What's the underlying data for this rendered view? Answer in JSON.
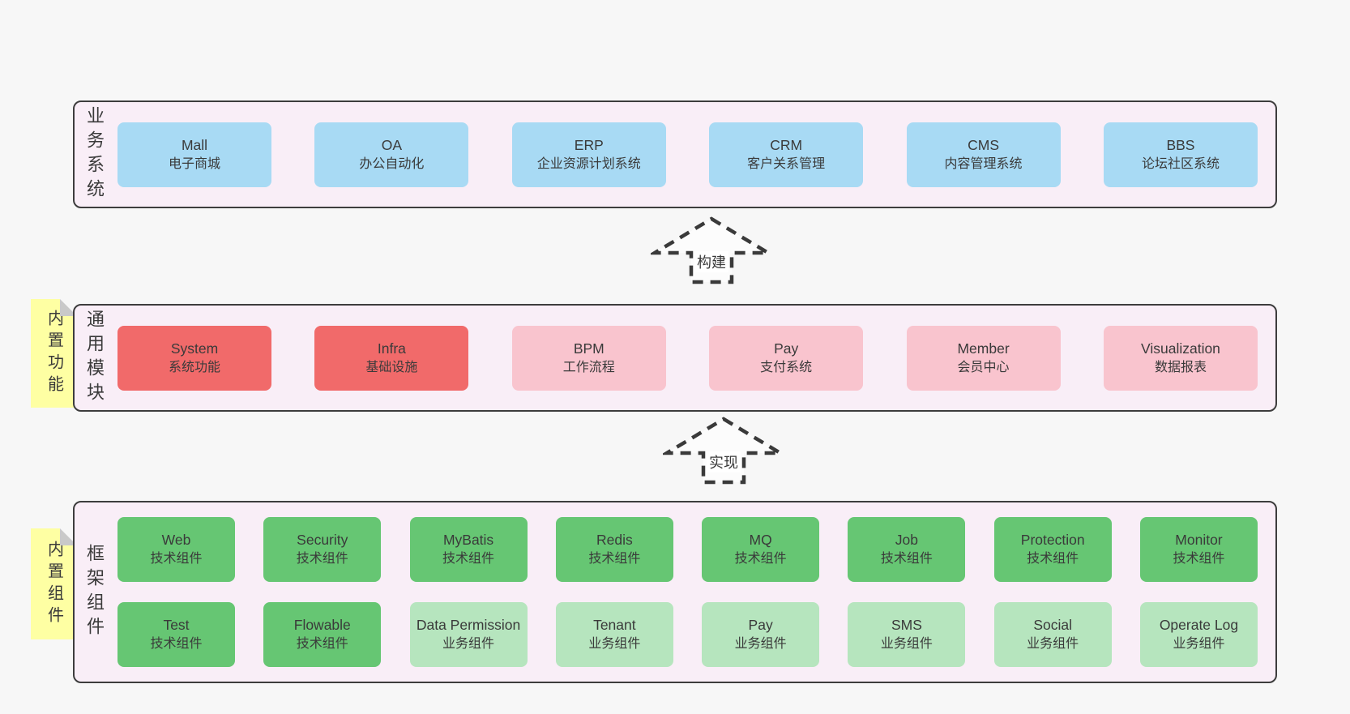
{
  "colors": {
    "page_background": "#f7f7f7",
    "layer_fill": "#f9eef7",
    "layer_border": "#3d3d3d",
    "box_blue": "#a8daf4",
    "box_red": "#f16a6a",
    "box_pink": "#f9c4ce",
    "box_green_dark": "#66c673",
    "box_green_light": "#b6e5be",
    "note_yellow": "#feffa3",
    "note_fold_gray": "#c9c9c9",
    "text": "#3a3a3a"
  },
  "layers": [
    {
      "label": "业务系统",
      "boxes": [
        {
          "name": "Mall",
          "subtitle": "电子商城"
        },
        {
          "name": "OA",
          "subtitle": "办公自动化"
        },
        {
          "name": "ERP",
          "subtitle": "企业资源计划系统"
        },
        {
          "name": "CRM",
          "subtitle": "客户关系管理"
        },
        {
          "name": "CMS",
          "subtitle": "内容管理系统"
        },
        {
          "name": "BBS",
          "subtitle": "论坛社区系统"
        }
      ]
    },
    {
      "label": "通用模块",
      "note": "内置功能",
      "boxes": [
        {
          "name": "System",
          "subtitle": "系统功能"
        },
        {
          "name": "Infra",
          "subtitle": "基础设施"
        },
        {
          "name": "BPM",
          "subtitle": "工作流程"
        },
        {
          "name": "Pay",
          "subtitle": "支付系统"
        },
        {
          "name": "Member",
          "subtitle": "会员中心"
        },
        {
          "name": "Visualization",
          "subtitle": "数据报表"
        }
      ]
    },
    {
      "label": "框架组件",
      "note": "内置组件",
      "rows": [
        [
          {
            "name": "Web",
            "subtitle": "技术组件"
          },
          {
            "name": "Security",
            "subtitle": "技术组件"
          },
          {
            "name": "MyBatis",
            "subtitle": "技术组件"
          },
          {
            "name": "Redis",
            "subtitle": "技术组件"
          },
          {
            "name": "MQ",
            "subtitle": "技术组件"
          },
          {
            "name": "Job",
            "subtitle": "技术组件"
          },
          {
            "name": "Protection",
            "subtitle": "技术组件"
          },
          {
            "name": "Monitor",
            "subtitle": "技术组件"
          }
        ],
        [
          {
            "name": "Test",
            "subtitle": "技术组件"
          },
          {
            "name": "Flowable",
            "subtitle": "技术组件"
          },
          {
            "name": "Data Permission",
            "subtitle": "业务组件"
          },
          {
            "name": "Tenant",
            "subtitle": "业务组件"
          },
          {
            "name": "Pay",
            "subtitle": "业务组件"
          },
          {
            "name": "SMS",
            "subtitle": "业务组件"
          },
          {
            "name": "Social",
            "subtitle": "业务组件"
          },
          {
            "name": "Operate Log",
            "subtitle": "业务组件"
          }
        ]
      ]
    }
  ],
  "arrows": [
    {
      "label": "构建"
    },
    {
      "label": "实现"
    }
  ]
}
